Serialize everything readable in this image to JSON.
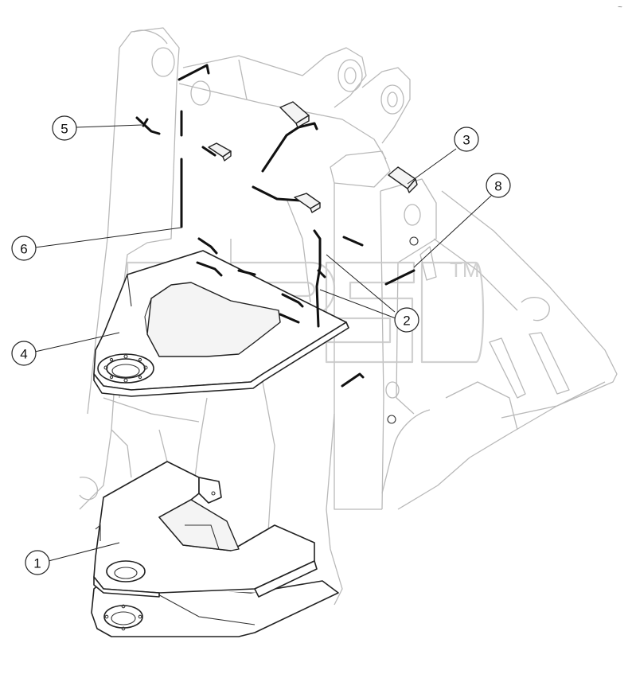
{
  "diagram": {
    "callouts": [
      {
        "id": "1",
        "label": "1"
      },
      {
        "id": "2",
        "label": "2"
      },
      {
        "id": "3",
        "label": "3"
      },
      {
        "id": "4",
        "label": "4"
      },
      {
        "id": "5",
        "label": "5"
      },
      {
        "id": "6",
        "label": "6"
      },
      {
        "id": "8",
        "label": "8"
      }
    ],
    "watermark": {
      "trademark": "TM"
    },
    "corner_mark": "~"
  },
  "colors": {
    "line": "#222222",
    "ghost": "#b9b9b9",
    "watermark": "#c8c8c8",
    "background": "#ffffff"
  }
}
